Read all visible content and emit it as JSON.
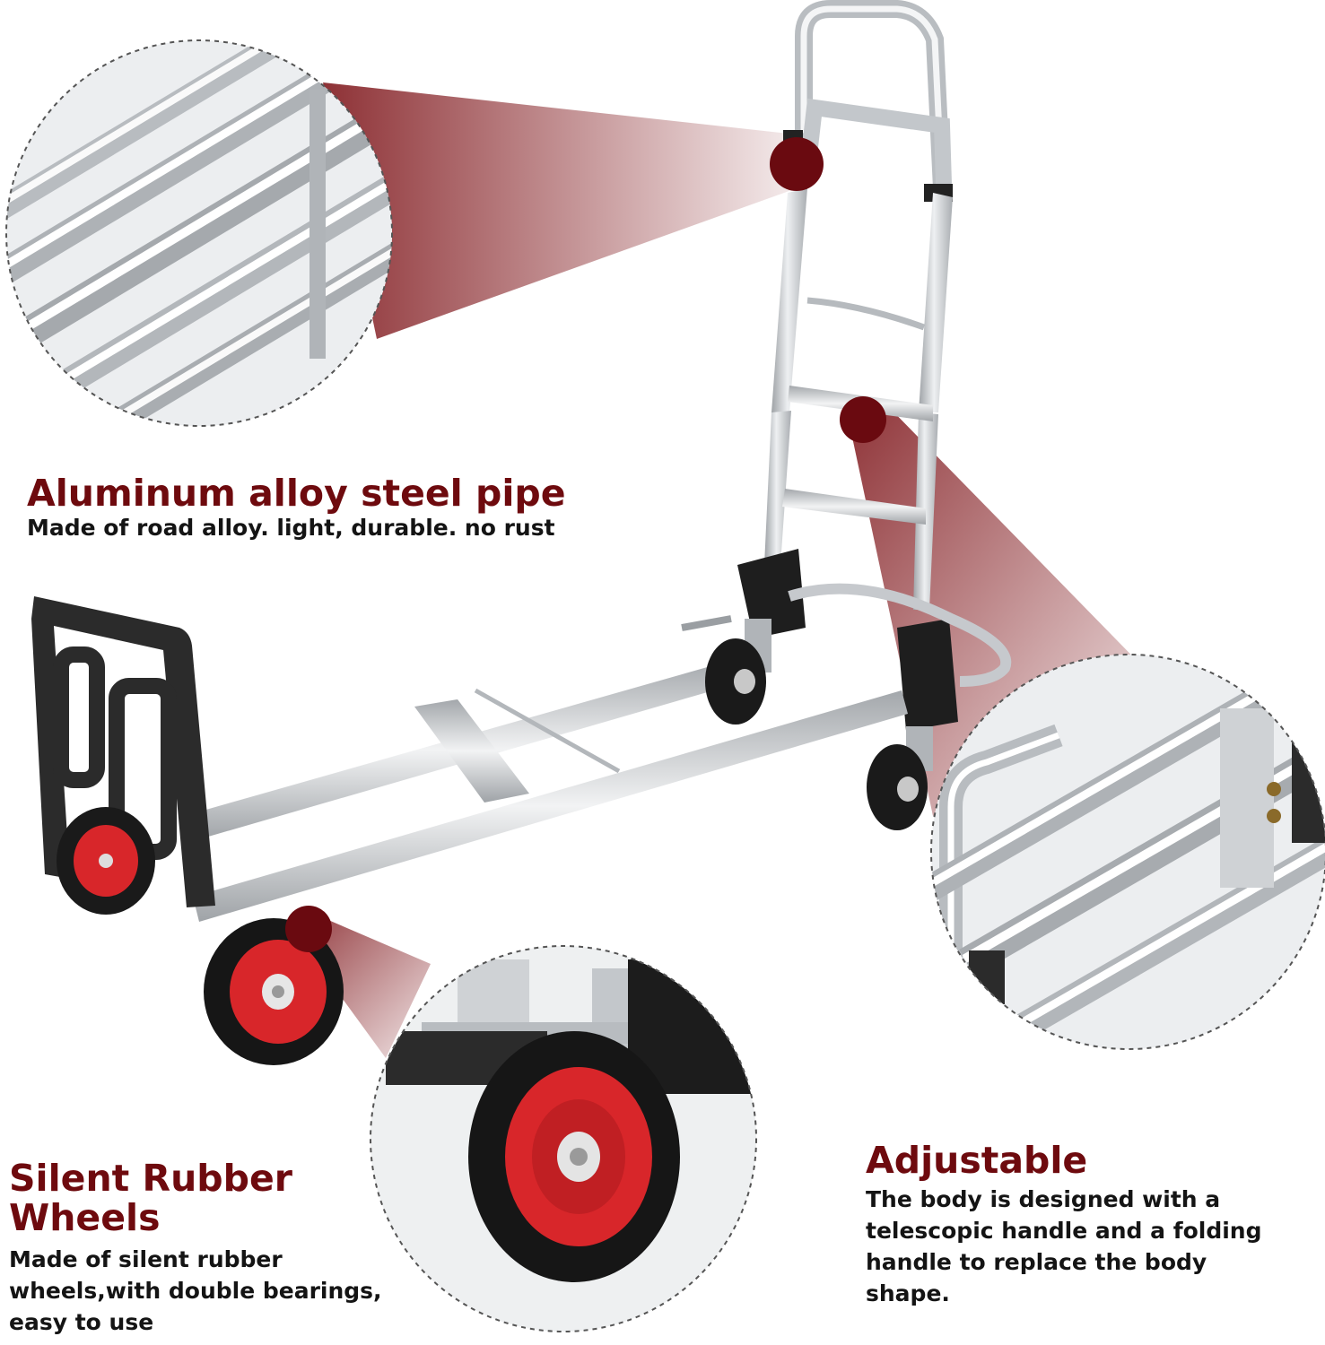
{
  "features": [
    {
      "title": "Aluminum alloy steel pipe",
      "description": "Made of road alloy. light, durable. no rust"
    },
    {
      "title_line1": "Silent Rubber",
      "title_line2": "Wheels",
      "description_line1": "Made of silent rubber",
      "description_line2": "wheels,with double bearings,",
      "description_line3": "easy to use"
    },
    {
      "title": "Adjustable",
      "description_line1": "The body is designed with a",
      "description_line2": "telescopic handle and a folding",
      "description_line3": "handle to replace the body",
      "description_line4": "shape."
    }
  ],
  "colors": {
    "accent": "#6e0a0e",
    "callout_dot": "#6a0a10",
    "text": "#141414",
    "frame": "#c9ccd0",
    "wheel_hub": "#d8262a",
    "tire": "#1a1a1a"
  },
  "product_name": "hand-truck-dolly"
}
